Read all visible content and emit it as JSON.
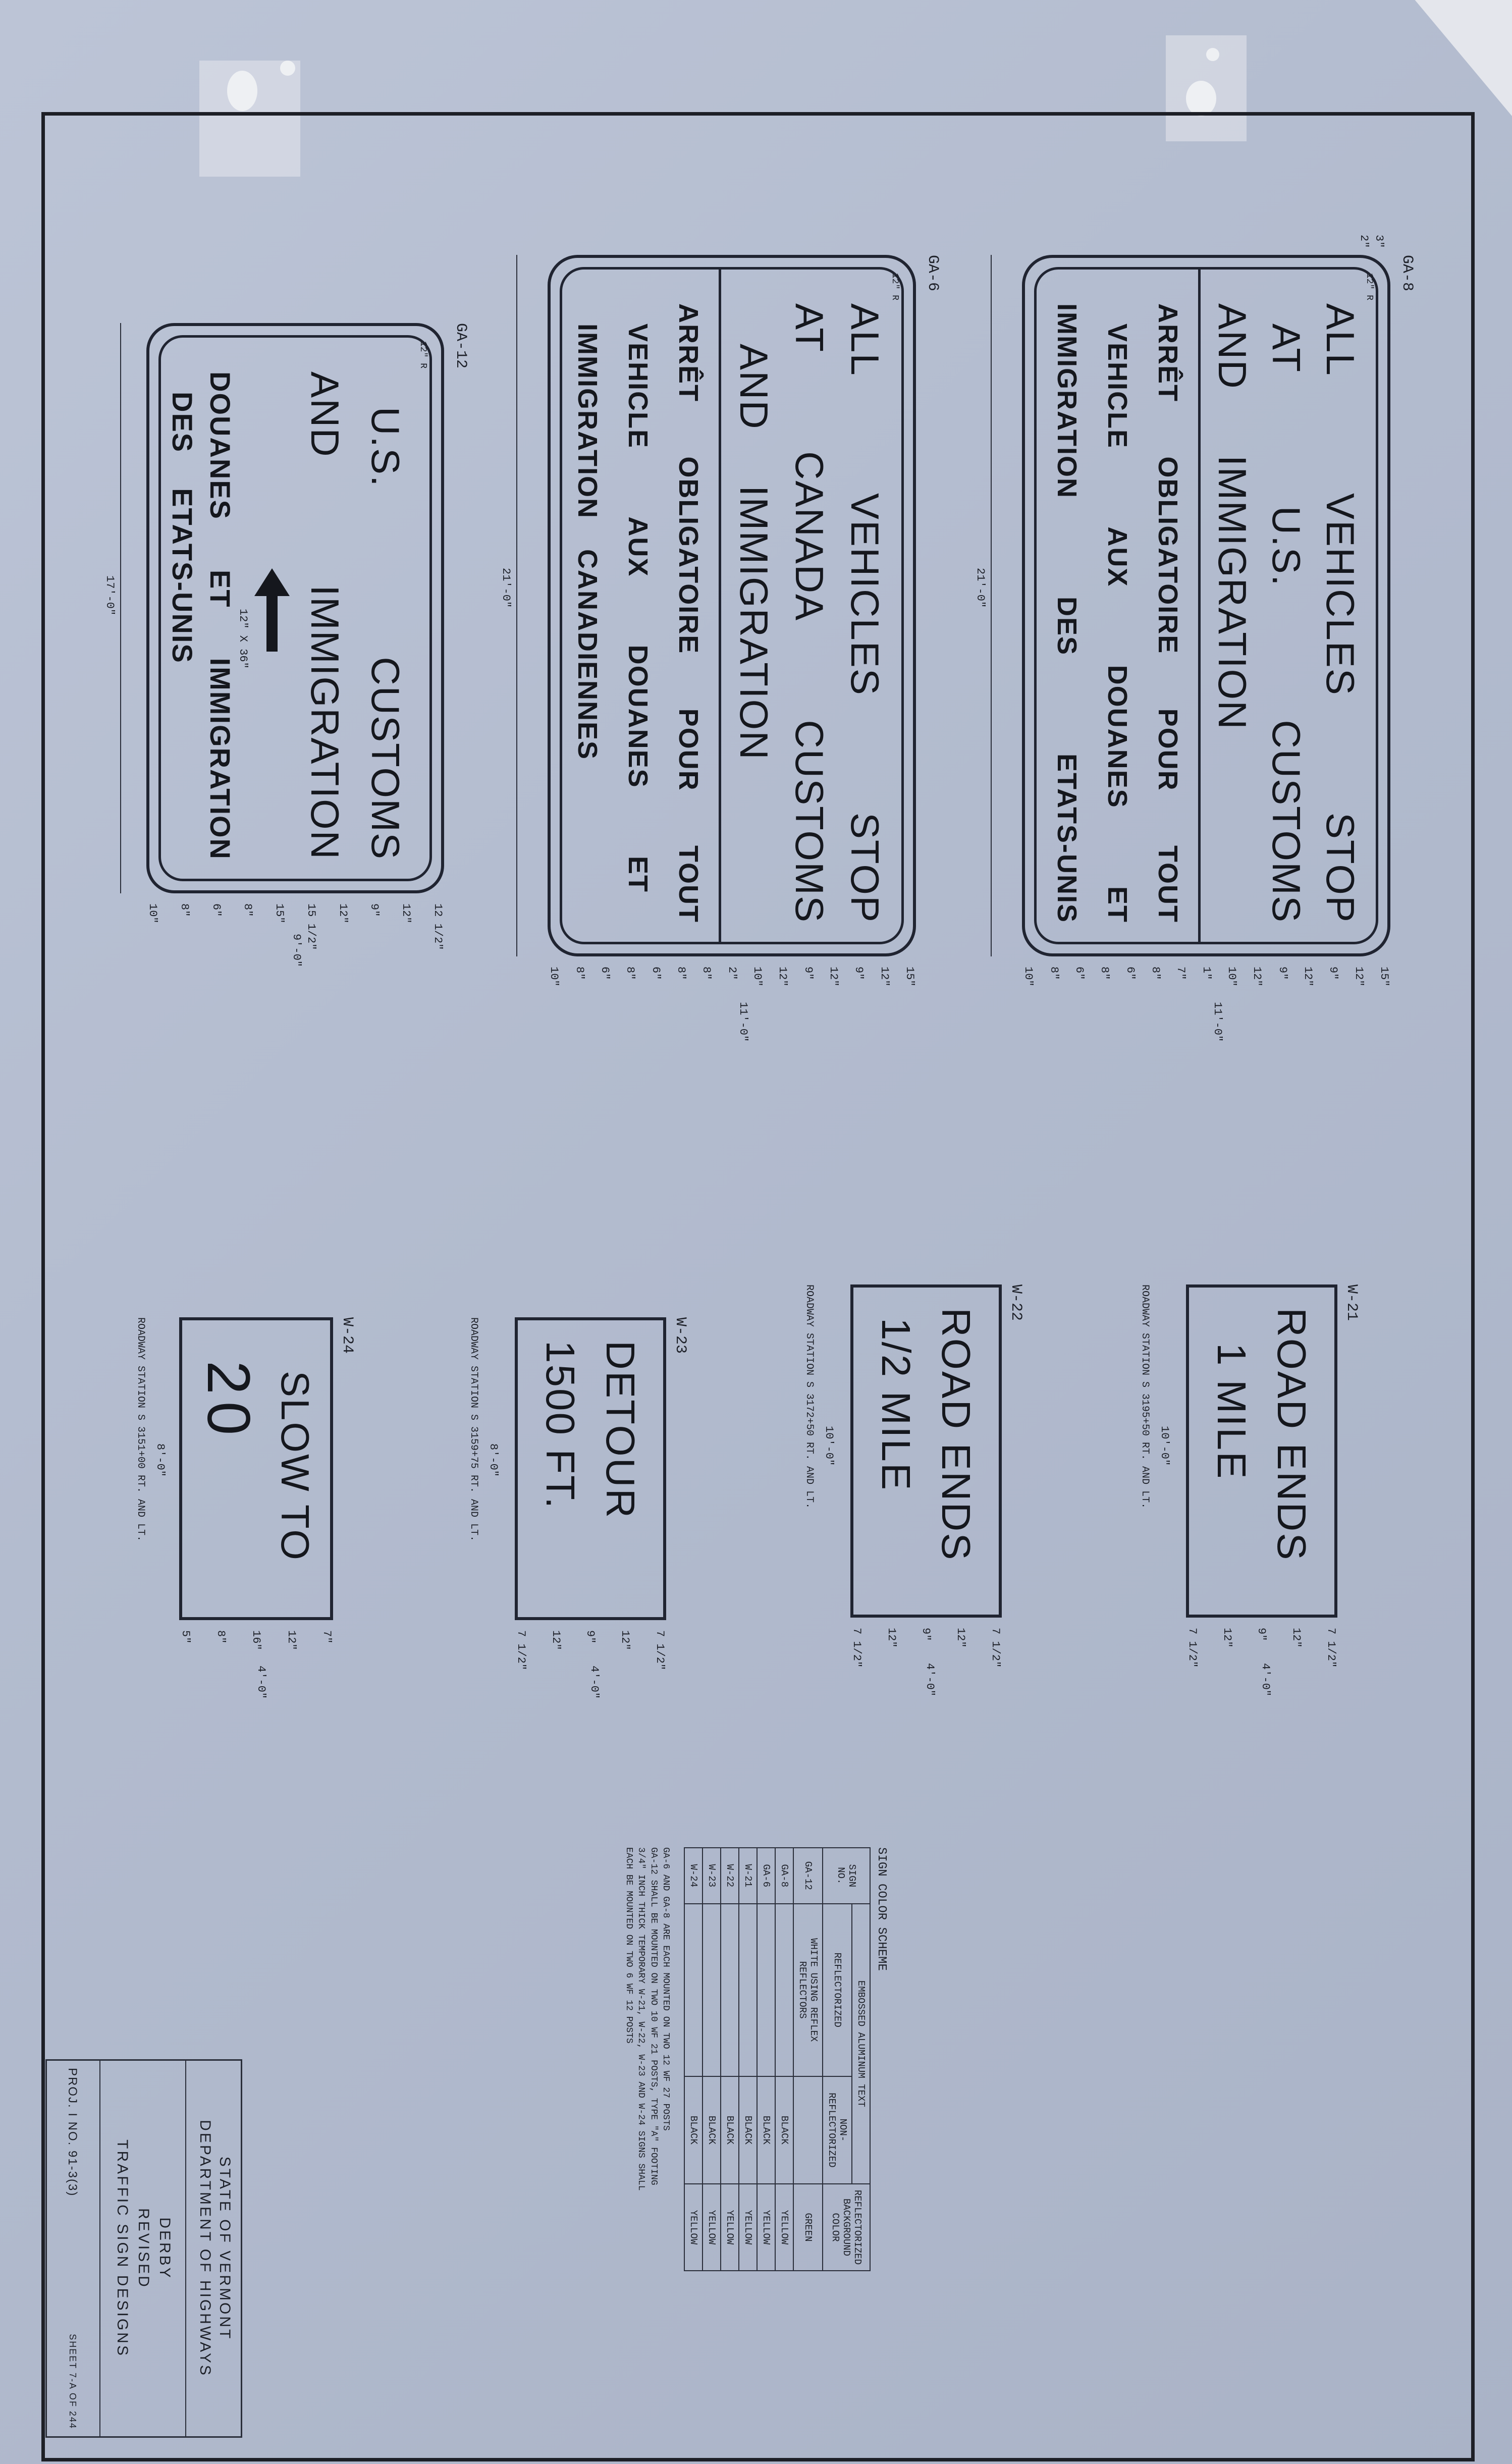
{
  "sheet": {
    "title_block": {
      "state": "STATE OF VERMONT",
      "department": "DEPARTMENT OF HIGHWAYS",
      "location": "DERBY",
      "status": "REVISED",
      "title": "TRAFFIC SIGN DESIGNS",
      "project": "PROJ. I NO. 91-3(3)",
      "sheet_no": "SHEET 7-A OF 244"
    }
  },
  "signs": [
    {
      "id": "GA-8",
      "lines_en": [
        [
          "ALL",
          "VEHICLES",
          "STOP"
        ],
        [
          "AT",
          "U.S.",
          "CUSTOMS"
        ],
        [
          "AND",
          "IMMIGRATION"
        ]
      ],
      "lines_fr": [
        [
          "ARRÊT",
          "OBLIGATOIRE",
          "POUR",
          "TOUT"
        ],
        [
          "VEHICLE",
          "AUX",
          "DOUANES",
          "ET"
        ],
        [
          "IMMIGRATION",
          "DES",
          "ETATS-UNIS"
        ]
      ],
      "width": "21'-0\"",
      "height": "11'-0\"",
      "radius": "12\" R",
      "dims": [
        "15\"",
        "12\"",
        "9\"",
        "12\"",
        "9\"",
        "12\"",
        "10\"",
        "1\"",
        "7\"",
        "8\"",
        "6\"",
        "8\"",
        "6\"",
        "8\"",
        "10\""
      ],
      "border_dims": [
        "3\"",
        "2\""
      ]
    },
    {
      "id": "GA-6",
      "lines_en": [
        [
          "ALL",
          "VEHICLES",
          "STOP"
        ],
        [
          "AT",
          "CANADA",
          "CUSTOMS"
        ],
        [
          "AND",
          "IMMIGRATION"
        ]
      ],
      "lines_fr": [
        [
          "ARRÊT",
          "OBLIGATOIRE",
          "POUR",
          "TOUT"
        ],
        [
          "VEHICLE",
          "AUX",
          "DOUANES",
          "ET"
        ],
        [
          "IMMIGRATION",
          "CANADIENNES"
        ]
      ],
      "width": "21'-0\"",
      "height": "11'-0\"",
      "radius": "12\" R",
      "dims": [
        "15\"",
        "12\"",
        "9\"",
        "12\"",
        "9\"",
        "12\"",
        "10\"",
        "2\"",
        "8\"",
        "8\"",
        "6\"",
        "8\"",
        "6\"",
        "8\"",
        "10\""
      ]
    },
    {
      "id": "GA-12",
      "lines_en": [
        [
          "U.S.",
          "CUSTOMS"
        ],
        [
          "AND",
          "IMMIGRATION"
        ]
      ],
      "lines_fr": [
        [
          "DOUANES",
          "ET",
          "IMMIGRATION"
        ],
        [
          "DES",
          "ETATS-UNIS"
        ]
      ],
      "arrow_label": "12\" X 36\"",
      "width": "17'-0\"",
      "height": "9'-0\"",
      "radius": "12\" R",
      "dims": [
        "12 1/2\"",
        "12\"",
        "9\"",
        "12\"",
        "15 1/2\"",
        "15\"",
        "8\"",
        "6\"",
        "8\"",
        "10\""
      ]
    },
    {
      "id": "W-21",
      "lines": [
        "ROAD ENDS",
        "1 MILE"
      ],
      "width": "10'-0\"",
      "height": "4'-0\"",
      "station": "ROADWAY STATION S 3195+50 RT. AND LT.",
      "dims": [
        "7 1/2\"",
        "12\"",
        "9\"",
        "12\"",
        "7 1/2\""
      ]
    },
    {
      "id": "W-22",
      "lines": [
        "ROAD ENDS",
        "1/2 MILE"
      ],
      "width": "10'-0\"",
      "height": "4'-0\"",
      "station": "ROADWAY STATION S 3172+50 RT. AND LT.",
      "dims": [
        "7 1/2\"",
        "12\"",
        "9\"",
        "12\"",
        "7 1/2\""
      ]
    },
    {
      "id": "W-23",
      "lines": [
        "DETOUR",
        "1500 FT."
      ],
      "width": "8'-0\"",
      "height": "4'-0\"",
      "station": "ROADWAY STATION S 3159+75 RT. AND LT.",
      "dims": [
        "7 1/2\"",
        "12\"",
        "9\"",
        "12\"",
        "7 1/2\""
      ]
    },
    {
      "id": "W-24",
      "lines": [
        "SLOW TO",
        "20"
      ],
      "width": "8'-0\"",
      "height": "4'-0\"",
      "station": "ROADWAY STATION S 3151+00 RT. AND LT.",
      "dims": [
        "7\"",
        "12\"",
        "16\"",
        "8\"",
        "5\""
      ]
    }
  ],
  "color_scheme": {
    "title": "SIGN COLOR SCHEME",
    "headers": {
      "sign_no": "SIGN NO.",
      "text_group": "EMBOSSED ALUMINUM TEXT",
      "reflectorized": "REFLECTORIZED",
      "non_reflectorized": "NON-REFLECTORIZED",
      "background": "REFLECTORIZED BACKGROUND COLOR"
    },
    "rows": [
      {
        "sign": "GA-12",
        "refl": "WHITE USING REFLEX REFLECTORS",
        "nonrefl": "",
        "bg": "GREEN"
      },
      {
        "sign": "GA-8",
        "refl": "",
        "nonrefl": "BLACK",
        "bg": "YELLOW"
      },
      {
        "sign": "GA-6",
        "refl": "",
        "nonrefl": "BLACK",
        "bg": "YELLOW"
      },
      {
        "sign": "W-21",
        "refl": "",
        "nonrefl": "BLACK",
        "bg": "YELLOW"
      },
      {
        "sign": "W-22",
        "refl": "",
        "nonrefl": "BLACK",
        "bg": "YELLOW"
      },
      {
        "sign": "W-23",
        "refl": "",
        "nonrefl": "BLACK",
        "bg": "YELLOW"
      },
      {
        "sign": "W-24",
        "refl": "",
        "nonrefl": "BLACK",
        "bg": "YELLOW"
      }
    ]
  },
  "notes": [
    "GA-6 AND GA-8 ARE EACH MOUNTED ON TWO 12 WF 27 POSTS",
    "GA-12 SHALL BE MOUNTED ON TWO 10 WF 21 POSTS, TYPE \"A\" FOOTING",
    "3/4\" INCH THICK TEMPORARY W-21, W-22, W-23 AND W-24 SIGNS SHALL",
    "EACH BE MOUNTED ON TWO 6 WF 12 POSTS"
  ],
  "colors": {
    "paper": "#b4bccf",
    "ink": "#1d1f26"
  }
}
